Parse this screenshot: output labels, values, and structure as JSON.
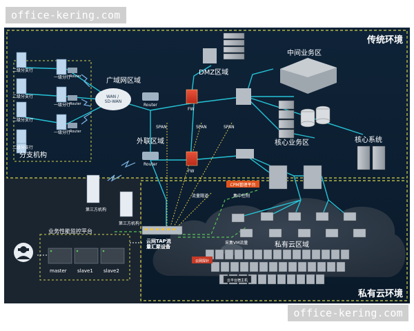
{
  "watermark": {
    "top": "office-kering.com",
    "bottom": "office-kering.com"
  },
  "zones": {
    "traditional": "传统环境",
    "private_cloud_env": "私有云环境",
    "dmz": "DMZ区域",
    "middle_business": "中间业务区",
    "wan_region": "广域网区域",
    "core_business": "核心业务区",
    "core_system": "核心系统",
    "branch_org": "分支机构",
    "extranet_region": "外联区域",
    "private_cloud_region": "私有云区域",
    "apm_platform": "业务性能监控平台"
  },
  "branch_labels": {
    "second": "二级分支行",
    "first": "一级分行"
  },
  "devices": {
    "router": "Router",
    "fw": "FW",
    "wan_cloud": "WAN /\nSD-WAN",
    "third_party": "第三方机构",
    "cpm_platform": "CPM管理平台",
    "cloud_host": "云平台宿主机",
    "dark_label": "云网探针",
    "tap": "云网TAP流\n量汇聚设备",
    "master": "master",
    "slave1": "slave1",
    "slave2": "slave2"
  },
  "flow_labels": {
    "span": "SPAN",
    "tunnel": "流量隧道",
    "central_ctrl": "集中控制",
    "collect_vm": "采集VM流量"
  }
}
